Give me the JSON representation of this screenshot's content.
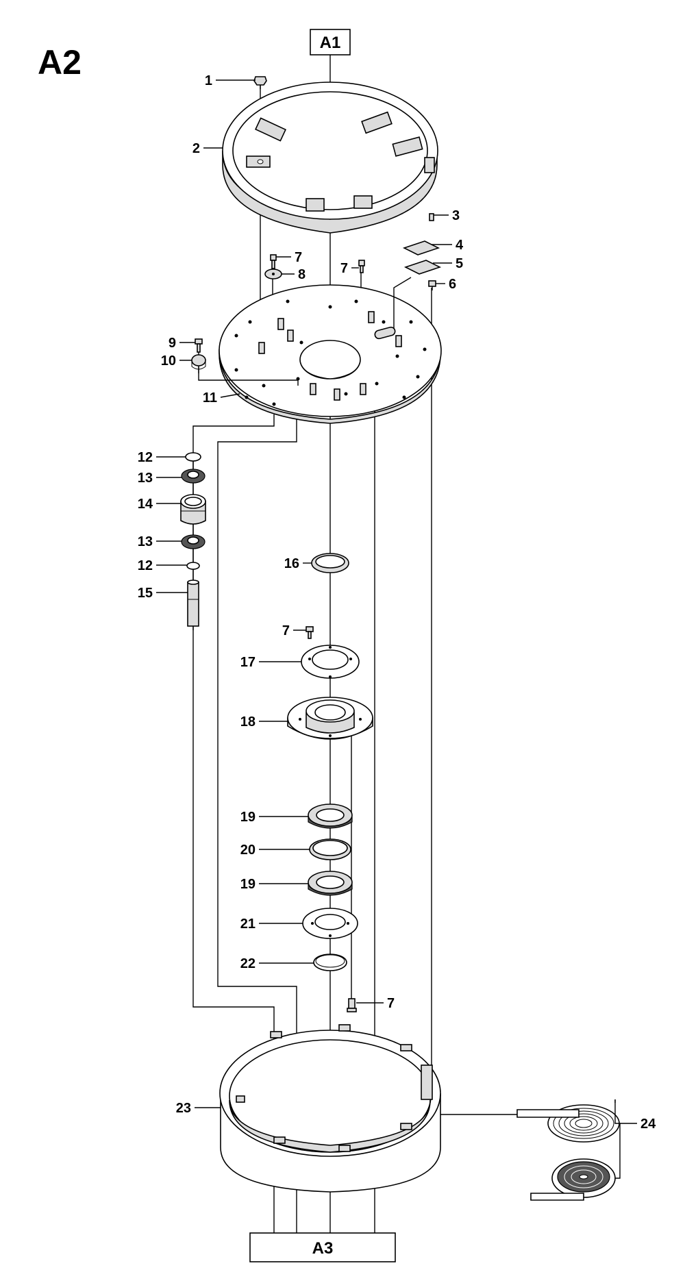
{
  "page": {
    "title": "A2"
  },
  "boxes": {
    "top": "A1",
    "bottom": "A3"
  },
  "callouts": {
    "c1": "1",
    "c2": "2",
    "c3": "3",
    "c4": "4",
    "c5": "5",
    "c6": "6",
    "c7a": "7",
    "c7b": "7",
    "c7c": "7",
    "c7d": "7",
    "c8": "8",
    "c9": "9",
    "c10": "10",
    "c11": "11",
    "c12a": "12",
    "c12b": "12",
    "c13a": "13",
    "c13b": "13",
    "c14": "14",
    "c15": "15",
    "c16": "16",
    "c17": "17",
    "c18": "18",
    "c19a": "19",
    "c19b": "19",
    "c20": "20",
    "c21": "21",
    "c22": "22",
    "c23": "23",
    "c24": "24"
  }
}
